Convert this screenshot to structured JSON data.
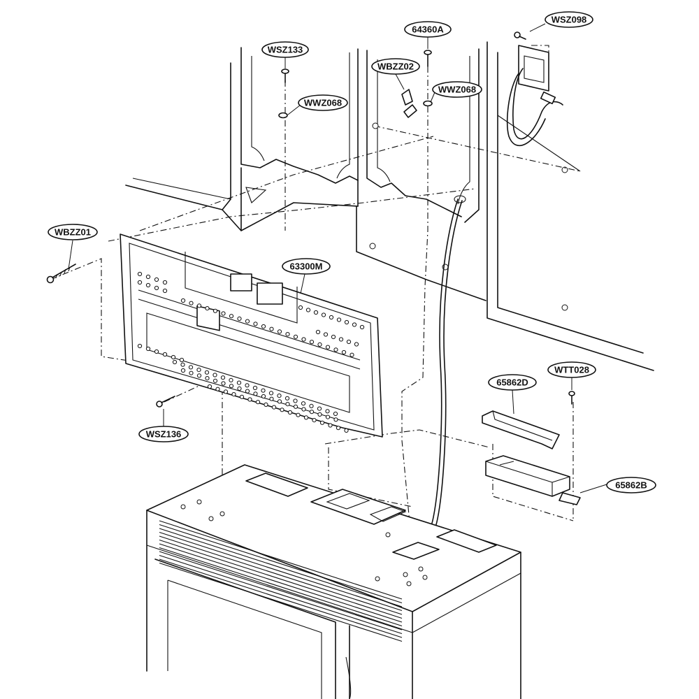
{
  "parts": [
    {
      "id": "p1",
      "code": "WSZ098"
    },
    {
      "id": "p2",
      "code": "64360A"
    },
    {
      "id": "p3",
      "code": "WSZ133"
    },
    {
      "id": "p4",
      "code": "WBZZ02"
    },
    {
      "id": "p5",
      "code": "WWZ068"
    },
    {
      "id": "p6",
      "code": "WWZ068"
    },
    {
      "id": "p7",
      "code": "WBZZ01"
    },
    {
      "id": "p8",
      "code": "63300M"
    },
    {
      "id": "p9",
      "code": "65862D"
    },
    {
      "id": "p10",
      "code": "WTT028"
    },
    {
      "id": "p11",
      "code": "65862B"
    },
    {
      "id": "p12",
      "code": "WSZ136"
    }
  ]
}
